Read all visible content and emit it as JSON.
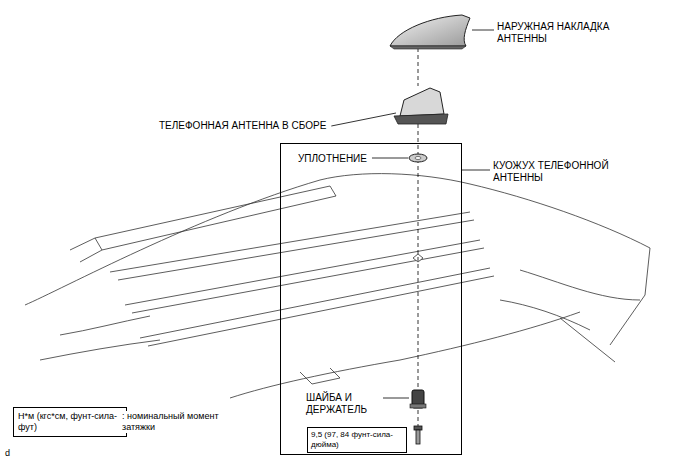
{
  "diagram": {
    "nodes": [
      {
        "text": [
          "УПЛОТНЕНИЕ",
          "ШАЙБА И ДЕРЖАТЕЛЬ"
        ]
      },
      {
        "text": [
          "9,5 (97, 84 фунт-сила-дюйма)"
        ],
        "in": 0
      },
      {
        "text": [
          "Н*м (кгс*см, фунт-сила-фут)"
        ]
      }
    ],
    "labels": [
      "НАРУЖНАЯ НАКЛАДКА АНТЕННЫ",
      "ТЕЛЕФОННАЯ АНТЕННА В СБОРЕ",
      "КУОЖУХ ТЕЛЕФОННОЙ АНТЕННЫ",
      ": номинальный момент затяжки",
      "d"
    ]
  }
}
